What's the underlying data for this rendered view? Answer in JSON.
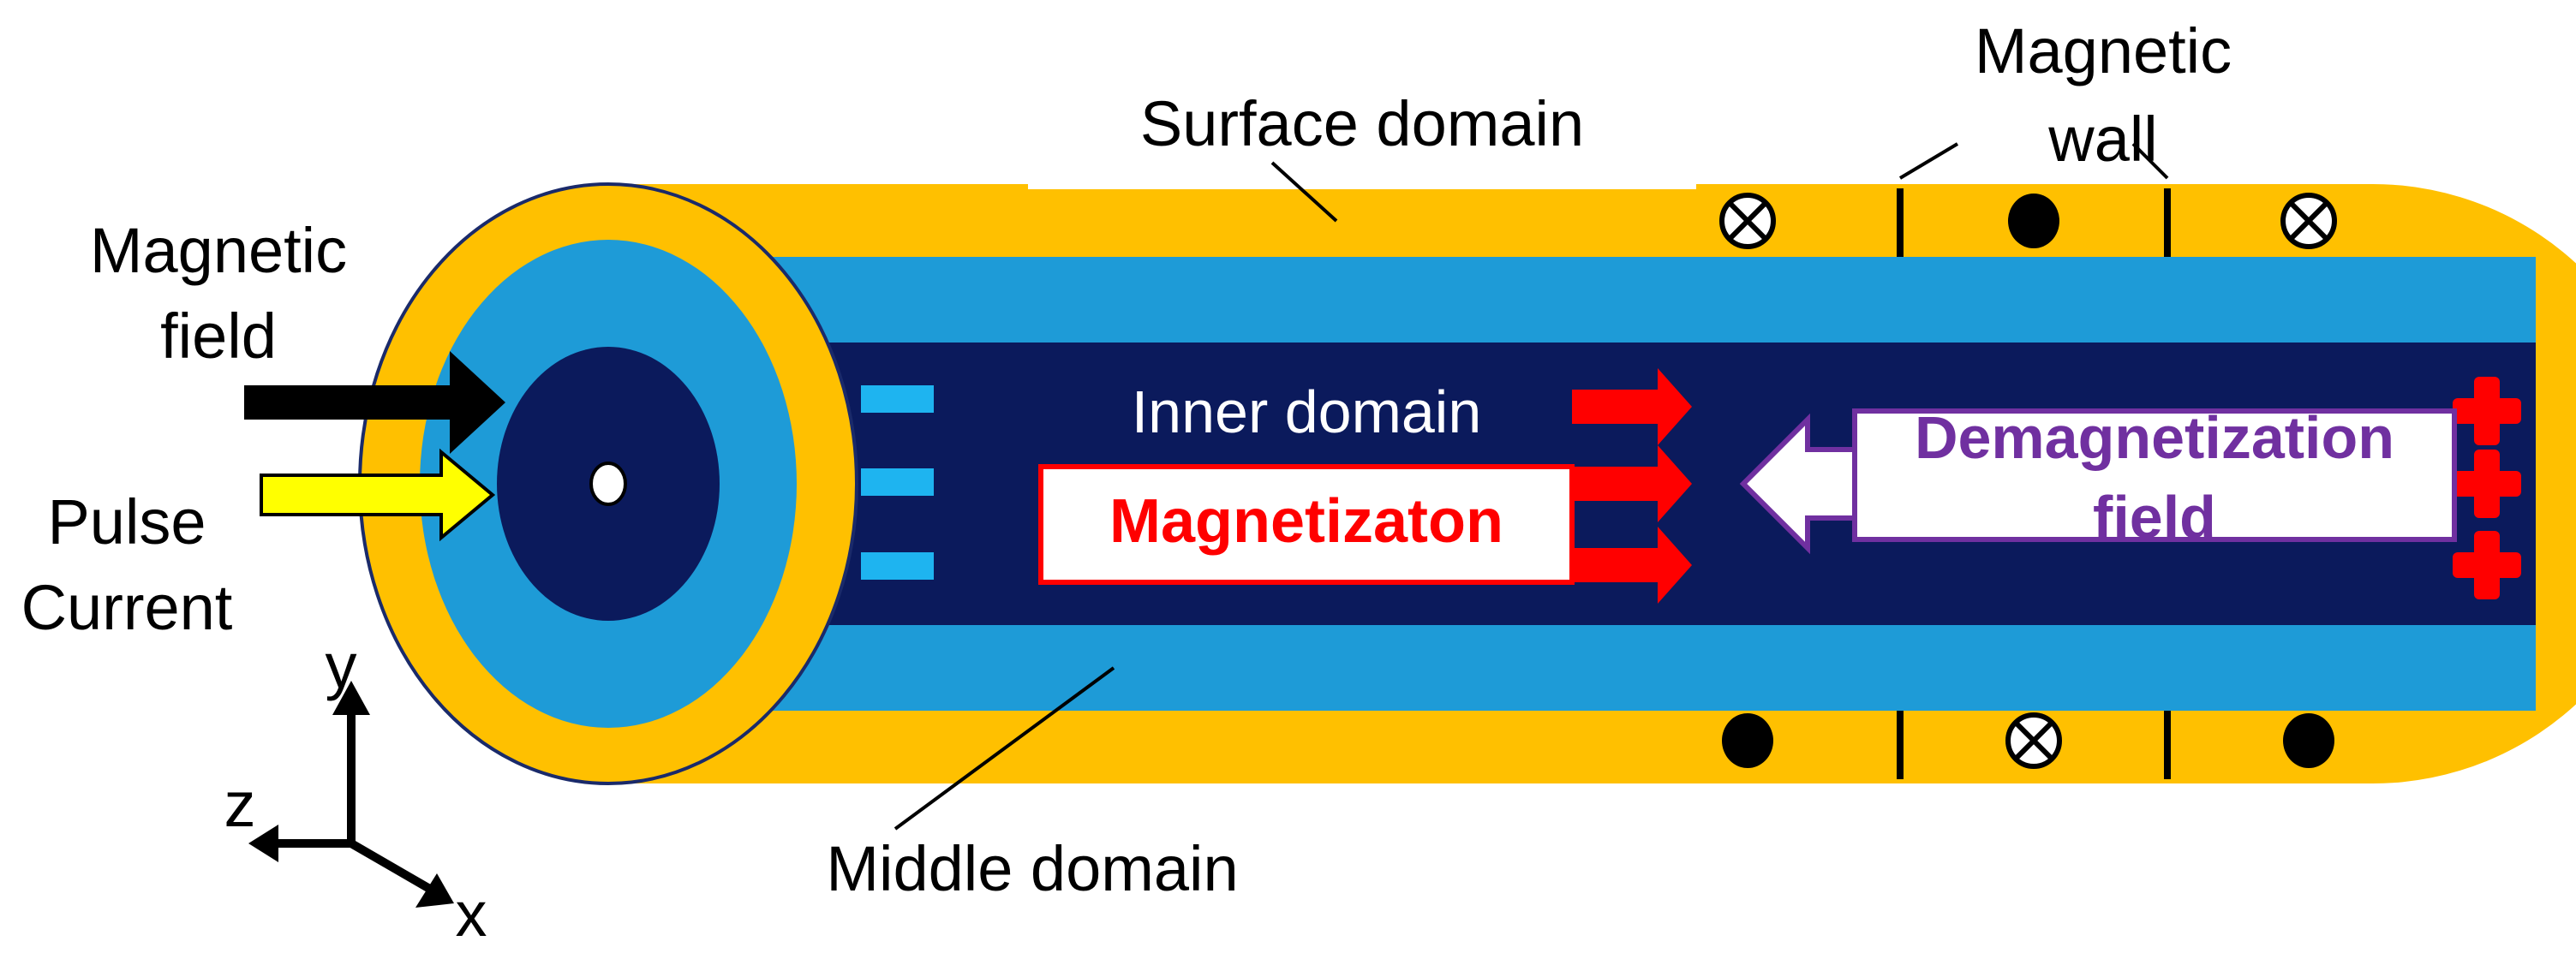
{
  "labels": {
    "surface_domain": "Surface domain",
    "magnetic_wall_line1": "Magnetic",
    "magnetic_wall_line2": "wall",
    "magnetic_field_line1": "Magnetic",
    "magnetic_field_line2": "field",
    "pulse_current_line1": "Pulse",
    "pulse_current_line2": "Current",
    "inner_domain": "Inner domain",
    "magnetization": "Magnetizaton",
    "demag_line1": "Demagnetization",
    "demag_line2": "field",
    "middle_domain": "Middle domain",
    "axis_x": "x",
    "axis_y": "y",
    "axis_z": "z"
  },
  "colors": {
    "surface": "#FFC000",
    "middle": "#1E9BD7",
    "inner": "#0B1A5C",
    "magnetization_text": "#FF0000",
    "demag_text": "#7030A0",
    "arrow_red": "#FF0000",
    "arrow_yellow": "#FFFF00",
    "minus_marks": "#1EB4F0"
  },
  "symbols": {
    "top_row": [
      "cross-circle",
      "dot-circle",
      "cross-circle"
    ],
    "bottom_row": [
      "dot-circle",
      "cross-circle",
      "dot-circle"
    ],
    "right_charges": [
      "plus",
      "plus",
      "plus"
    ],
    "left_charges": [
      "minus",
      "minus",
      "minus"
    ]
  }
}
